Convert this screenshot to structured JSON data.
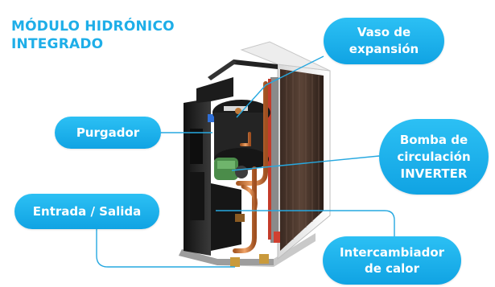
{
  "title": {
    "line1": "MÓDULO HIDRÓNICO",
    "line2": "INTEGRADO"
  },
  "labels": {
    "vaso": {
      "line1": "Vaso de",
      "line2": "expansión"
    },
    "purgador": {
      "line1": "Purgador"
    },
    "bomba": {
      "line1": "Bomba de",
      "line2": "circulación",
      "line3": "INVERTER"
    },
    "entrada": {
      "line1": "Entrada / Salida"
    },
    "intercambiador": {
      "line1": "Intercambiador",
      "line2": "de calor"
    }
  },
  "colors": {
    "accent": "#1eaee8",
    "pill": "#16a9e6",
    "pill_text": "#ffffff",
    "leader_line": "#26a8e0"
  }
}
